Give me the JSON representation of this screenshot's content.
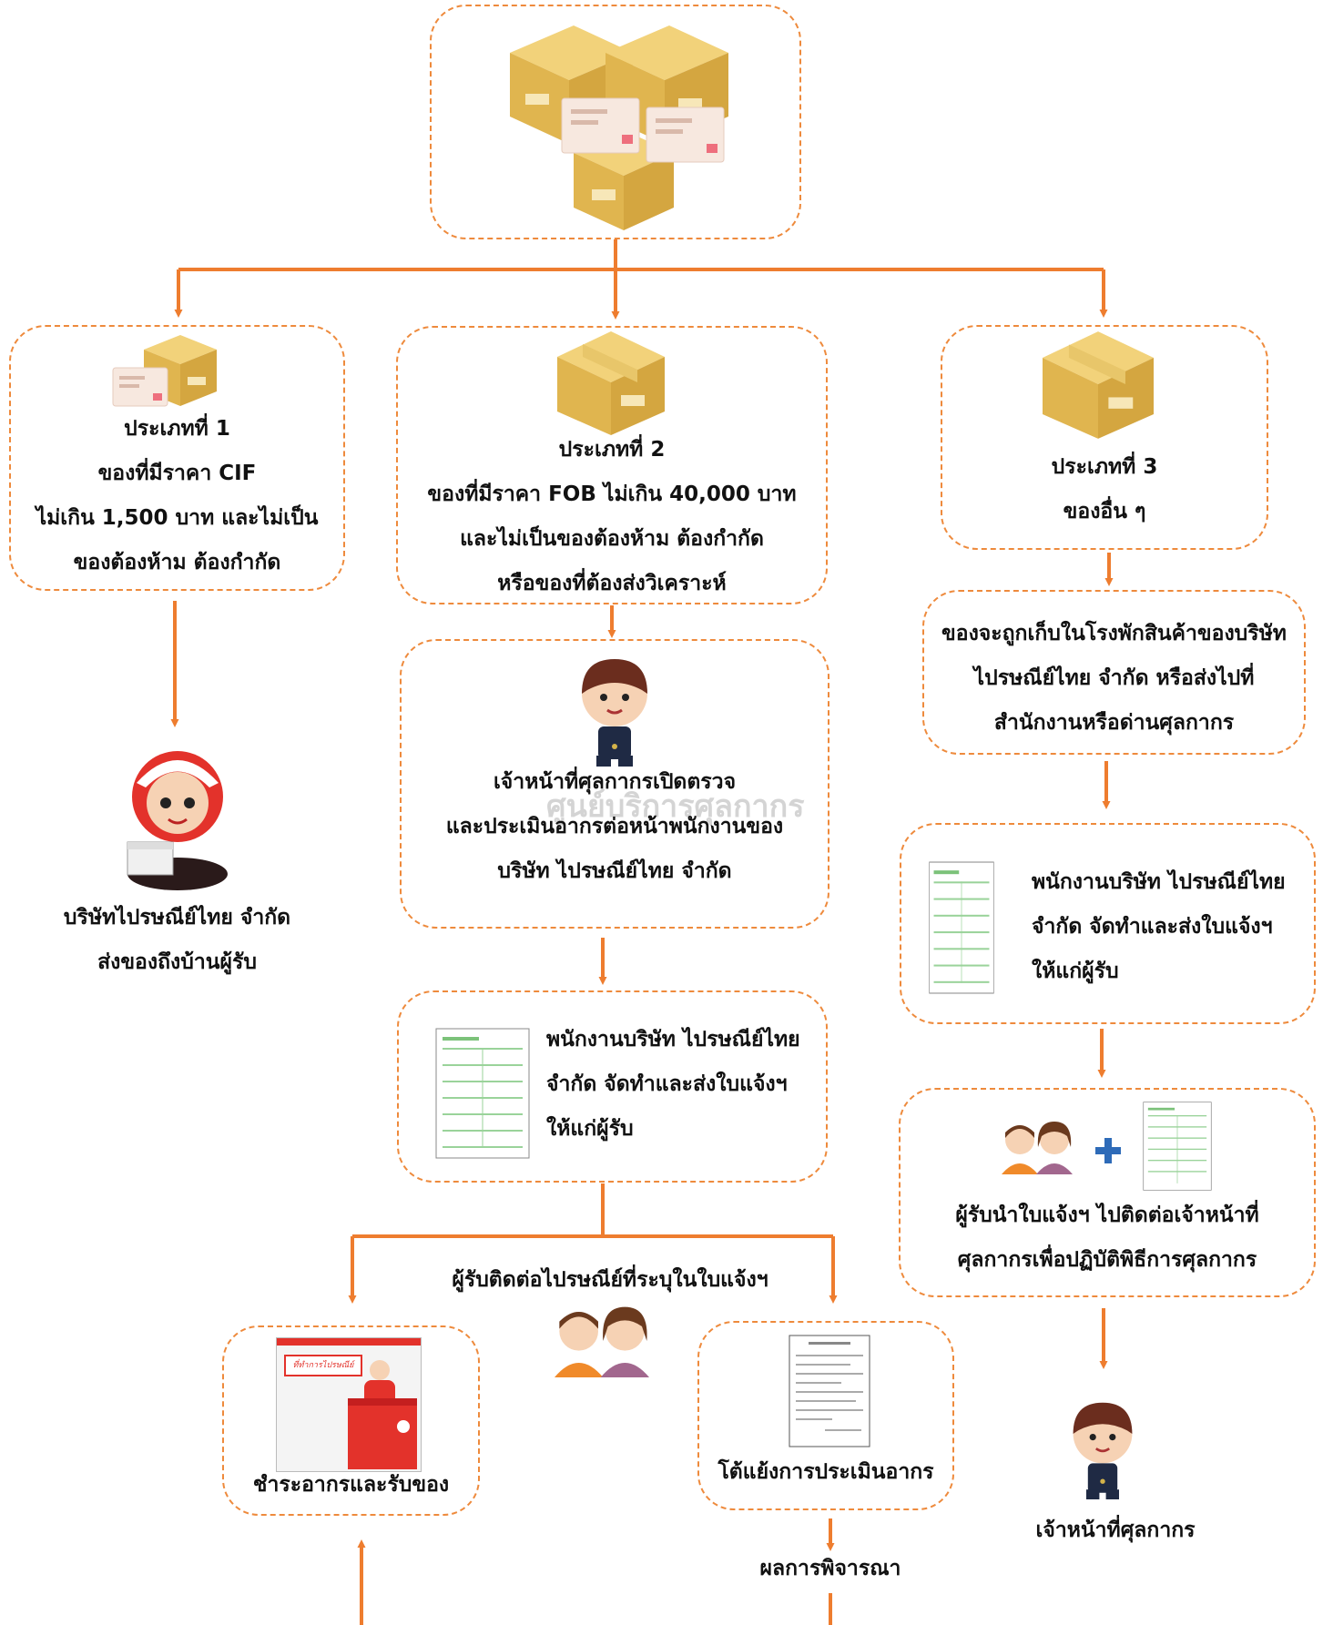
{
  "colors": {
    "accent": "#ee7d2f",
    "box_border": "#ee8a3c",
    "parcel": "#e9c15c",
    "envelope": "#f6e6dd",
    "officer_uniform": "#1f2a44",
    "postman_red": "#e3322b"
  },
  "watermark": "ศูนย์บริการศุลกากร",
  "top": {
    "icon": "parcels-and-letters-icon"
  },
  "types": [
    {
      "heading": "ประเภทที่ 1",
      "lines": [
        "ของที่มีราคา CIF",
        "ไม่เกิน 1,500 บาท และไม่เป็น",
        "ของต้องห้าม ต้องกำกัด"
      ],
      "icon": "parcel-letter-icon"
    },
    {
      "heading": "ประเภทที่ 2",
      "lines": [
        "ของที่มีราคา FOB ไม่เกิน 40,000 บาท",
        "และไม่เป็นของต้องห้าม ต้องกำกัด",
        "หรือของที่ต้องส่งวิเคราะห์"
      ],
      "icon": "parcel-icon"
    },
    {
      "heading": "ประเภทที่ 3",
      "lines": [
        "ของอื่น ๆ"
      ],
      "icon": "parcel-icon"
    }
  ],
  "col1": {
    "lines": [
      "บริษัทไปรษณีย์ไทย จำกัด",
      "ส่งของถึงบ้านผู้รับ"
    ],
    "icon": "postman-icon"
  },
  "col2": {
    "inspect": [
      "เจ้าหน้าที่ศุลกากรเปิดตรวจ",
      "และประเมินอากรต่อหน้าพนักงานของ",
      "บริษัท ไปรษณีย์ไทย จำกัด"
    ],
    "notice": [
      "พนักงานบริษัท ไปรษณีย์ไทย",
      "จำกัด จัดทำและส่งใบแจ้งฯ",
      "ให้แก่ผู้รับ"
    ],
    "contact": "ผู้รับติดต่อไปรษณีย์ที่ระบุในใบแจ้งฯ",
    "counter_sign": "ที่ทำการไปรษณีย์",
    "pay": "ชำระอากรและรับของ",
    "appeal": "โต้แย้งการประเมินอากร",
    "result": "ผลการพิจารณา"
  },
  "col3": {
    "warehouse": [
      "ของจะถูกเก็บในโรงพักสินค้าของบริษัท",
      "ไปรษณีย์ไทย จำกัด หรือส่งไปที่",
      "สำนักงานหรือด่านศุลกากร"
    ],
    "notice": [
      "พนักงานบริษัท ไปรษณีย์ไทย",
      "จำกัด จัดทำและส่งใบแจ้งฯ",
      "ให้แก่ผู้รับ"
    ],
    "contact": [
      "ผู้รับนำใบแจ้งฯ ไปติดต่อเจ้าหน้าที่",
      "ศุลกากรเพื่อปฏิบัติพิธีการศุลกากร"
    ],
    "officer": "เจ้าหน้าที่ศุลกากร"
  }
}
